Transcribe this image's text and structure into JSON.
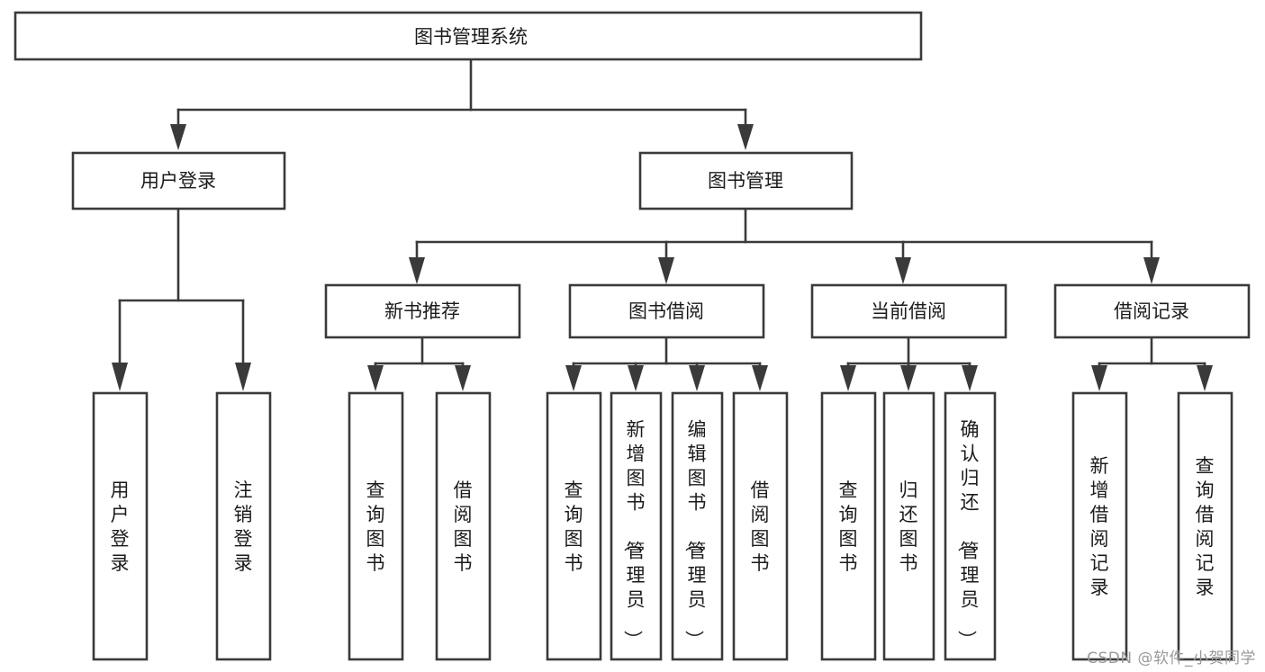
{
  "diagram": {
    "type": "tree-hierarchy-chart",
    "title": "图书管理系统",
    "orientation": "top-down",
    "colors": {
      "box_stroke": "#3a3a3a",
      "box_fill": "#ffffff",
      "connector": "#3a3a3a",
      "text": "#1b1b1b",
      "watermark": "#9a9a9a",
      "background": "#ffffff"
    },
    "root": {
      "id": "root",
      "label": "图书管理系统",
      "orientation": "horizontal"
    },
    "level2": [
      {
        "id": "user-login",
        "label": "用户登录",
        "orientation": "horizontal"
      },
      {
        "id": "book-manage",
        "label": "图书管理",
        "orientation": "horizontal"
      }
    ],
    "level3": [
      {
        "id": "new-book-recommend",
        "label": "新书推荐",
        "parent": "book-manage",
        "orientation": "horizontal"
      },
      {
        "id": "book-borrow",
        "label": "图书借阅",
        "parent": "book-manage",
        "orientation": "horizontal"
      },
      {
        "id": "current-borrow",
        "label": "当前借阅",
        "parent": "book-manage",
        "orientation": "horizontal"
      },
      {
        "id": "borrow-record",
        "label": "借阅记录",
        "parent": "book-manage",
        "orientation": "horizontal"
      }
    ],
    "leaves": [
      {
        "id": "leaf-user-login",
        "label": "用户登录",
        "parent": "user-login",
        "orientation": "vertical"
      },
      {
        "id": "leaf-logout-login",
        "label": "注销登录",
        "parent": "user-login",
        "orientation": "vertical"
      },
      {
        "id": "leaf-query-book-rec",
        "label": "查询图书",
        "parent": "new-book-recommend",
        "orientation": "vertical"
      },
      {
        "id": "leaf-borrow-book-rec",
        "label": "借阅图书",
        "parent": "new-book-recommend",
        "orientation": "vertical"
      },
      {
        "id": "leaf-query-book-borrow",
        "label": "查询图书",
        "parent": "book-borrow",
        "orientation": "vertical"
      },
      {
        "id": "leaf-add-book-admin",
        "label": "新增图书（管理员）",
        "parent": "book-borrow",
        "orientation": "vertical"
      },
      {
        "id": "leaf-edit-book-admin",
        "label": "编辑图书（管理员）",
        "parent": "book-borrow",
        "orientation": "vertical"
      },
      {
        "id": "leaf-borrow-book",
        "label": "借阅图书",
        "parent": "book-borrow",
        "orientation": "vertical"
      },
      {
        "id": "leaf-query-book-current",
        "label": "查询图书",
        "parent": "current-borrow",
        "orientation": "vertical"
      },
      {
        "id": "leaf-return-book",
        "label": "归还图书",
        "parent": "current-borrow",
        "orientation": "vertical"
      },
      {
        "id": "leaf-confirm-return-admin",
        "label": "确认归还（管理员）",
        "parent": "current-borrow",
        "orientation": "vertical"
      },
      {
        "id": "leaf-add-borrow-record",
        "label": "新增借阅记录",
        "parent": "borrow-record",
        "orientation": "vertical"
      },
      {
        "id": "leaf-query-borrow-record",
        "label": "查询借阅记录",
        "parent": "borrow-record",
        "orientation": "vertical"
      }
    ]
  },
  "watermark": {
    "text": "CSDN @软件_小贺同学"
  }
}
